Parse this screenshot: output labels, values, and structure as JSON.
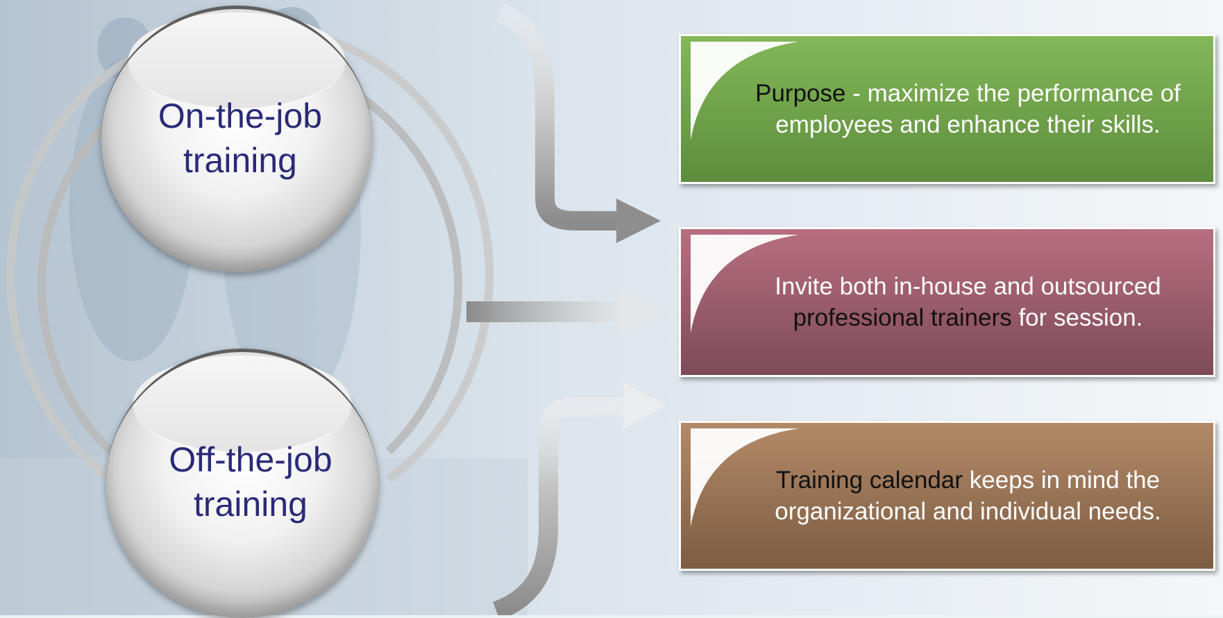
{
  "spheres": [
    {
      "label": "On-the-job\ntraining"
    },
    {
      "label": "Off-the-job\ntraining"
    }
  ],
  "boxes": [
    {
      "highlight": "Purpose",
      "text": " - maximize the performance of employees and enhance their skills.",
      "color_top": "#84b85a",
      "color_bottom": "#5d8c3c"
    },
    {
      "text_lead": "Invite both in-house and outsourced ",
      "highlight": "professional trainers",
      "text": " for session.",
      "color_top": "#b86f80",
      "color_bottom": "#7d4a58"
    },
    {
      "highlight": "Training calendar",
      "text": " keeps in mind the organizational and individual needs.",
      "color_top": "#b38a67",
      "color_bottom": "#7c5c43"
    }
  ],
  "colors": {
    "sphere_text": "#2a2a78",
    "arrow": "#9a9a9a"
  }
}
